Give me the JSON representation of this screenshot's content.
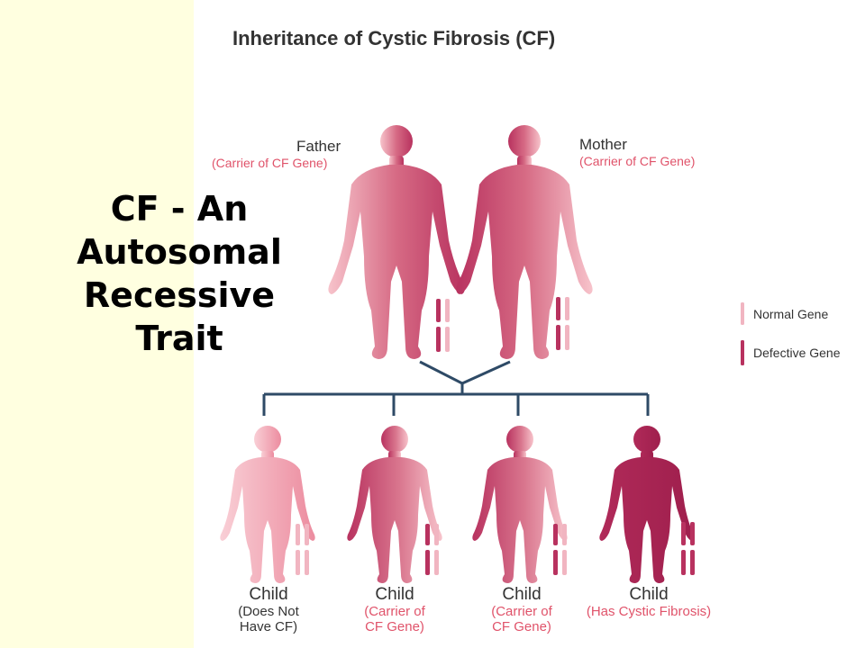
{
  "title": "Inheritance of Cystic Fibrosis (CF)",
  "side_title": {
    "lines": [
      "CF - An",
      "Autosomal",
      "Recessive",
      "Trait"
    ]
  },
  "parents": [
    {
      "name": "Father",
      "note": "(Carrier of CF Gene)"
    },
    {
      "name": "Mother",
      "note": "(Carrier of CF Gene)"
    }
  ],
  "children": [
    {
      "name": "Child",
      "note_lines": [
        "(Does Not",
        "Have CF)"
      ]
    },
    {
      "name": "Child",
      "note_lines": [
        "(Carrier of",
        "CF Gene)"
      ]
    },
    {
      "name": "Child",
      "note_lines": [
        "(Carrier of",
        "CF Gene)"
      ]
    },
    {
      "name": "Child",
      "note_lines": [
        "(Has Cystic Fibrosis)"
      ]
    }
  ],
  "legend": {
    "normal": "Normal Gene",
    "defective": "Defective Gene"
  },
  "colors": {
    "normal_gene": "#f1b5c1",
    "defective_gene": "#b8325f",
    "background": "#ffffe0",
    "line": "#2e4a66"
  }
}
